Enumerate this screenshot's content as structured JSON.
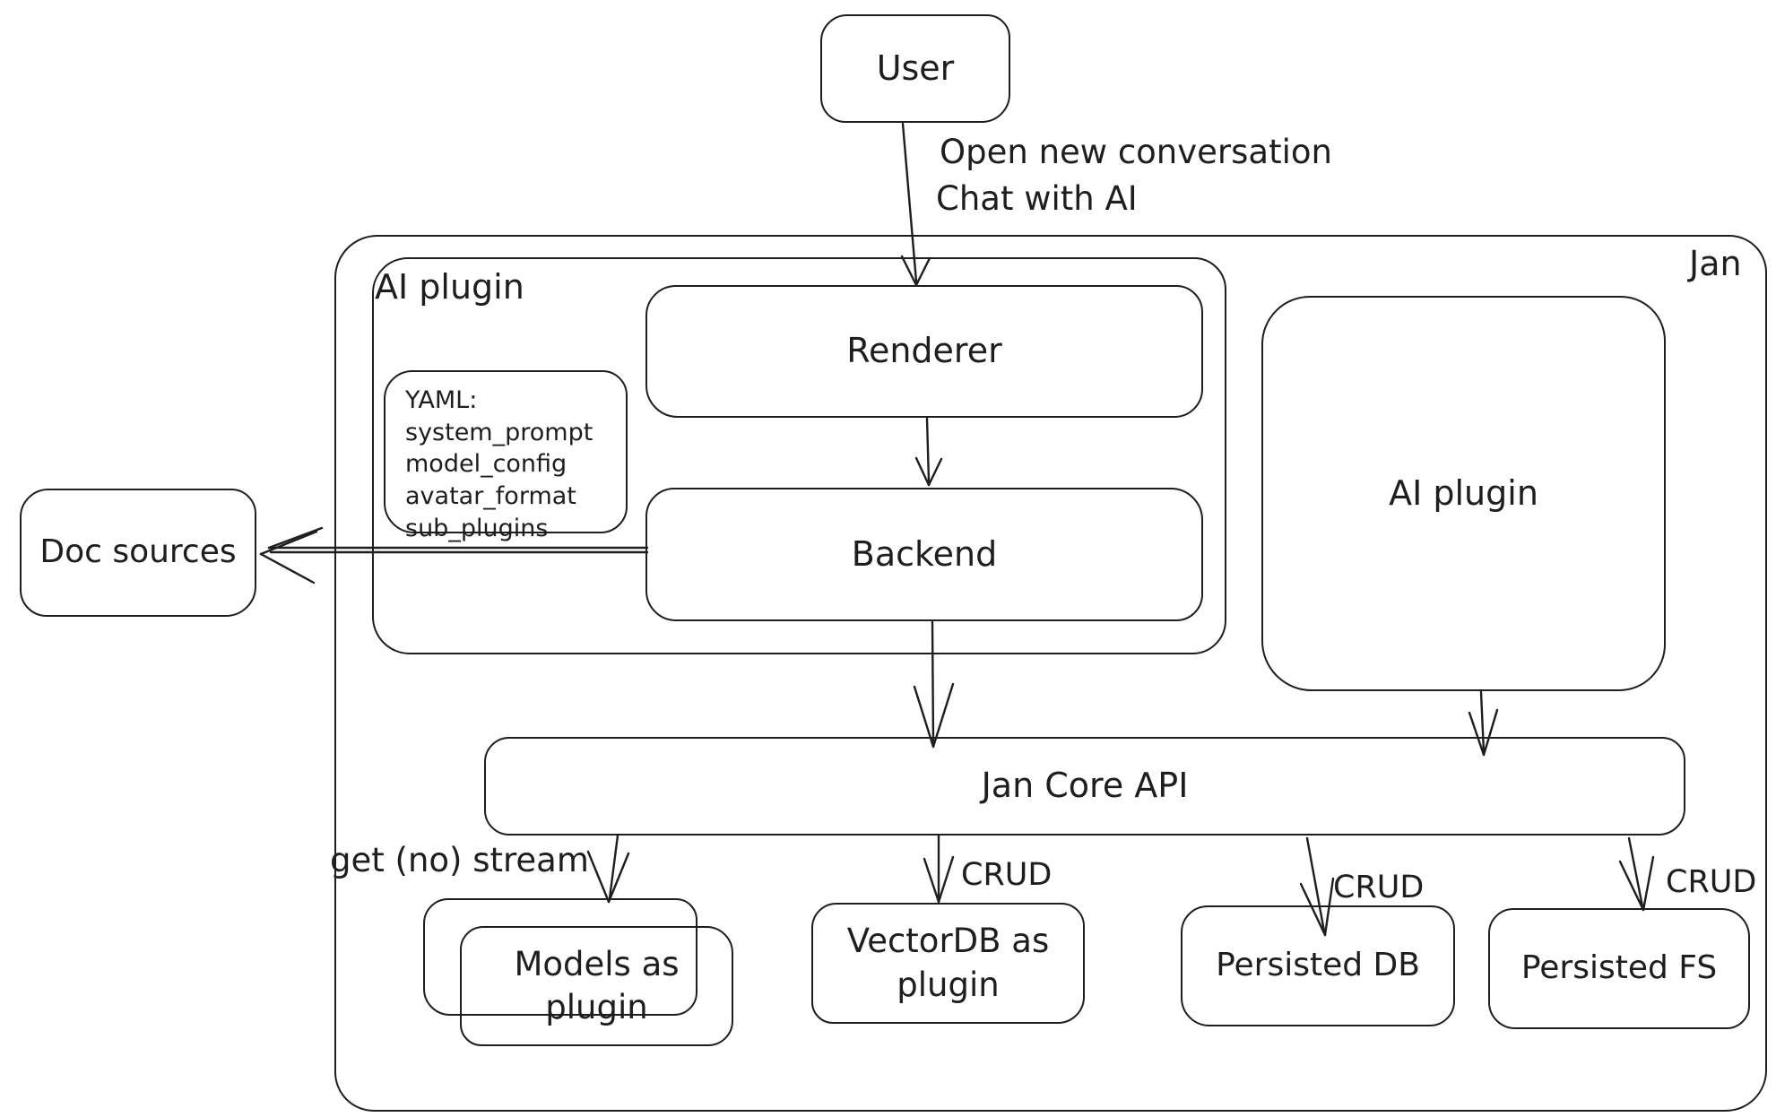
{
  "colors": {
    "stroke": "#1e1e1e",
    "background": "#ffffff"
  },
  "nodes": {
    "user": "User",
    "jan": "Jan",
    "ai_plugin_left": "AI plugin",
    "renderer": "Renderer",
    "backend": "Backend",
    "ai_plugin_right": "AI plugin",
    "doc_sources": "Doc sources",
    "jan_core_api": "Jan Core API",
    "models_plugin": "Models as plugin",
    "vectordb_plugin": "VectorDB as plugin",
    "persisted_db": "Persisted DB",
    "persisted_fs": "Persisted FS"
  },
  "yaml_note": {
    "lines": [
      "YAML:",
      "system_prompt",
      "model_config",
      "avatar_format",
      "sub_plugins"
    ]
  },
  "edges": {
    "user_to_renderer": {
      "label_line1": "Open new conversation",
      "label_line2": "Chat with AI"
    },
    "jan_core_to_models": {
      "label": "get (no) stream"
    },
    "jan_core_to_vectordb": {
      "label": "CRUD"
    },
    "jan_core_to_persisted_db": {
      "label": "CRUD"
    },
    "jan_core_to_persisted_fs": {
      "label": "CRUD"
    }
  }
}
